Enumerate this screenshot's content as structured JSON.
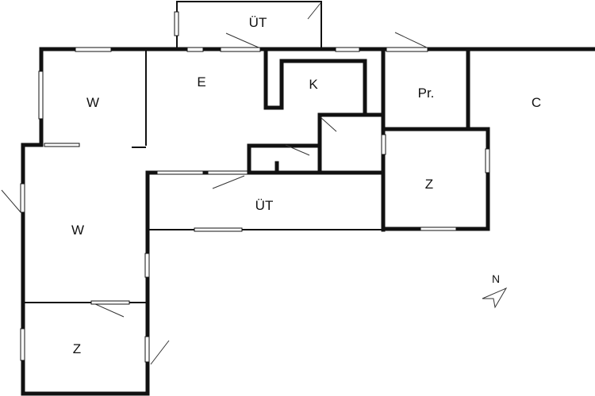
{
  "rooms": [
    {
      "key": "ut_top",
      "label": "ÜT"
    },
    {
      "key": "e",
      "label": "E"
    },
    {
      "key": "k",
      "label": "K"
    },
    {
      "key": "pr",
      "label": "Pr."
    },
    {
      "key": "c",
      "label": "C"
    },
    {
      "key": "w_upper",
      "label": "W"
    },
    {
      "key": "w_lower",
      "label": "W"
    },
    {
      "key": "ut_mid",
      "label": "ÜT"
    },
    {
      "key": "z_right",
      "label": "Z"
    },
    {
      "key": "z_bottom",
      "label": "Z"
    }
  ],
  "compass": {
    "label": "N"
  }
}
